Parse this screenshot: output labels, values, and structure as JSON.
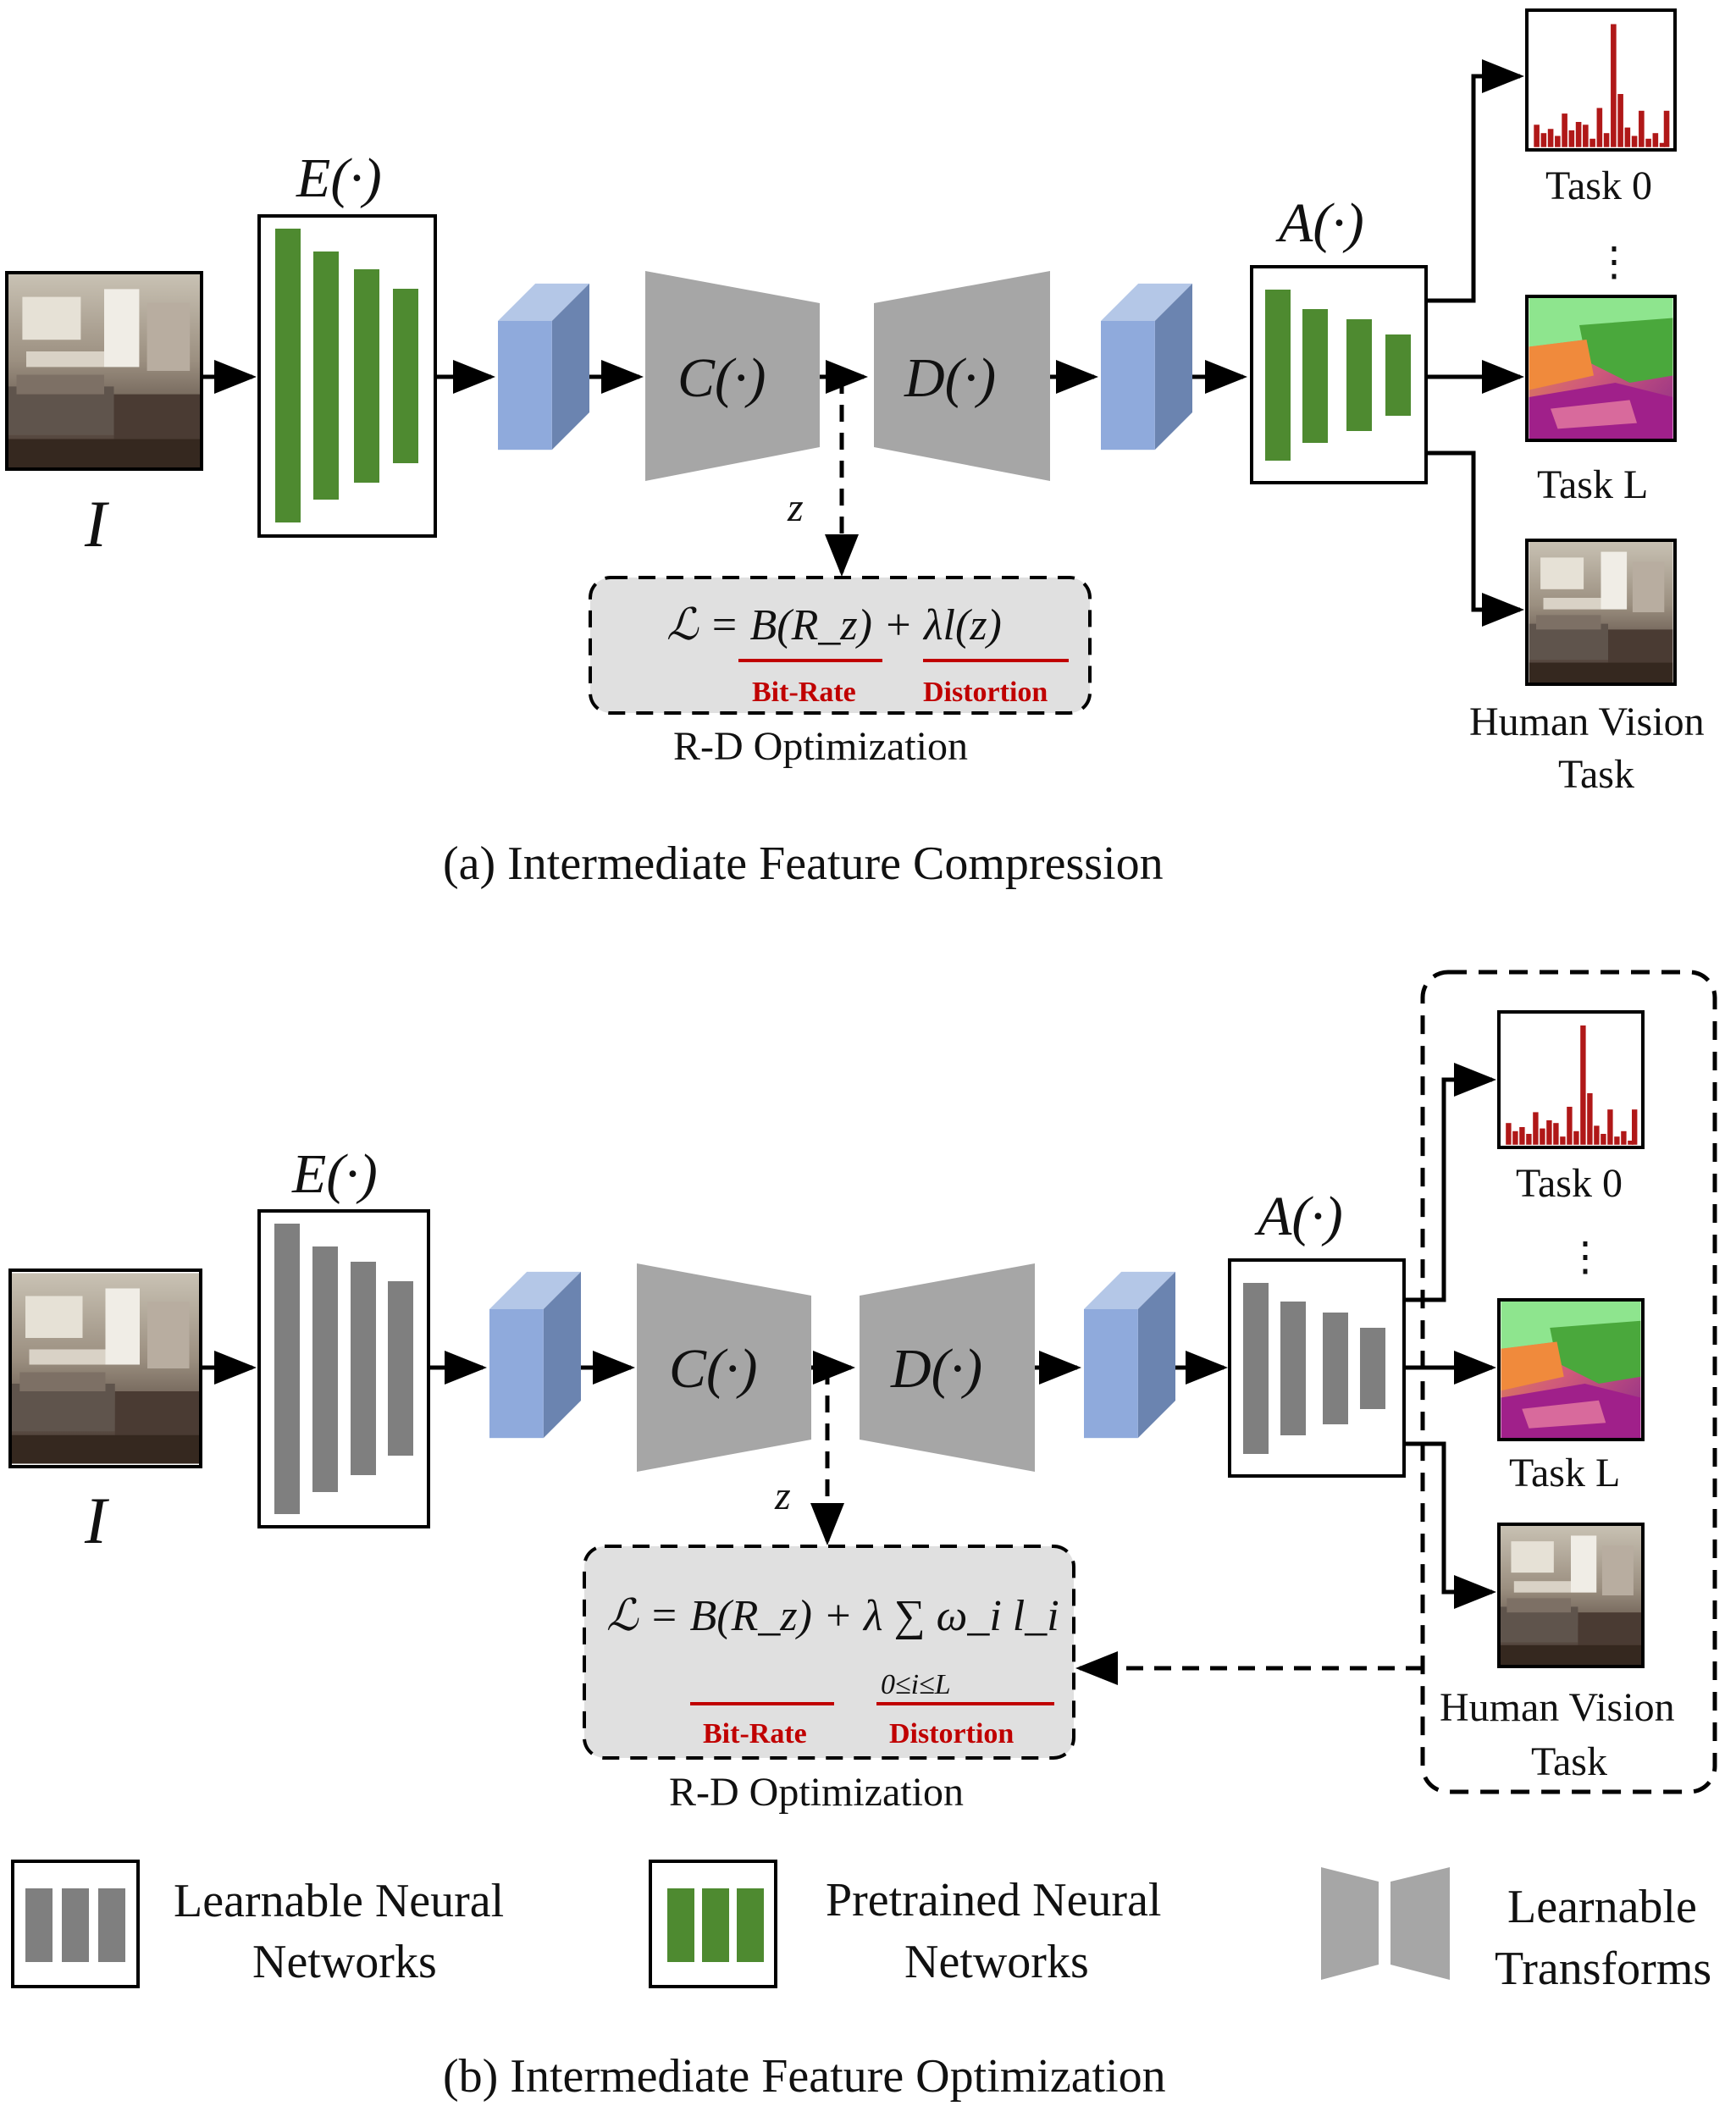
{
  "panel_a": {
    "input_label": "I",
    "encoder_label": "E(·)",
    "compressor_label": "C(·)",
    "decompressor_label": "D(·)",
    "analyzer_label": "A(·)",
    "latent_label": "z",
    "loss_formula": "ℒ = B(R_z) + λl(z)",
    "bitrate_label": "Bit-Rate",
    "distortion_label": "Distortion",
    "rd_label": "R-D Optimization",
    "task0_label": "Task 0",
    "taskL_label": "Task L",
    "human_label_line1": "Human Vision",
    "human_label_line2": "Task",
    "caption": "(a)  Intermediate Feature Compression"
  },
  "panel_b": {
    "input_label": "I",
    "encoder_label": "E(·)",
    "compressor_label": "C(·)",
    "decompressor_label": "D(·)",
    "analyzer_label": "A(·)",
    "latent_label": "z",
    "loss_formula": "ℒ = B(R_z) + λ ∑ ω_i l_i",
    "sum_range": "0≤i≤L",
    "bitrate_label": "Bit-Rate",
    "distortion_label": "Distortion",
    "rd_label": "R-D Optimization",
    "task0_label": "Task 0",
    "taskL_label": "Task L",
    "human_label_line1": "Human Vision",
    "human_label_line2": "Task",
    "caption": "(b)  Intermediate Feature Optimization"
  },
  "legend": {
    "learnable_nn_line1": "Learnable Neural",
    "learnable_nn_line2": "Networks",
    "pretrained_nn_line1": "Pretrained Neural",
    "pretrained_nn_line2": "Networks",
    "transforms_line1": "Learnable",
    "transforms_line2": "Transforms"
  },
  "colors": {
    "pretrained_green": "#4e8a30",
    "learnable_gray": "#7f7f7f",
    "transform_gray": "#a6a6a6",
    "feature_blue": "#8faadc",
    "accent_red": "#c00000",
    "rd_box_fill": "#e0e0e0"
  }
}
